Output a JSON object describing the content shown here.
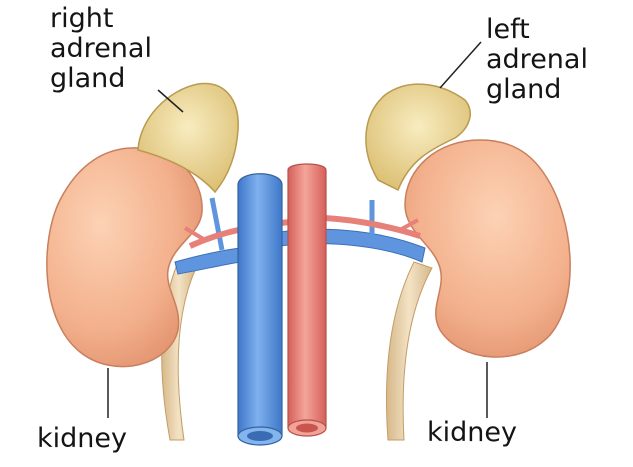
{
  "labels": {
    "right_adrenal": [
      "right",
      "adrenal",
      "gland"
    ],
    "left_adrenal": [
      "left",
      "adrenal",
      "gland"
    ],
    "right_kidney": "kidney",
    "left_kidney": "kidney"
  },
  "colors": {
    "kidney": "#f2b38f",
    "kidney_shadow": "#df8e6a",
    "adrenal": "#f3dc9a",
    "vein": "#5f95df",
    "artery": "#e8807a",
    "ureter": "#e8d3b0"
  }
}
